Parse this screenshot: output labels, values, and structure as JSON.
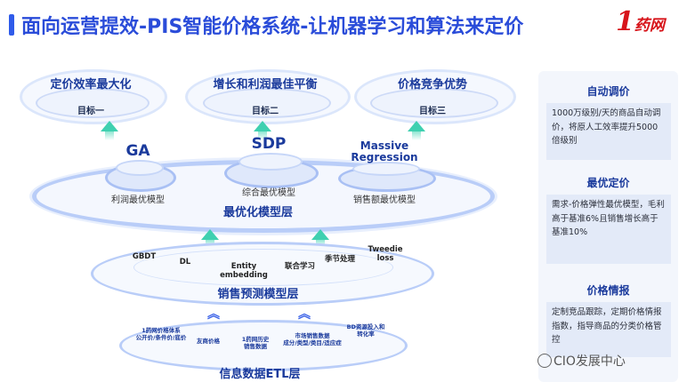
{
  "header": {
    "title": "面向运营提效-PIS智能价格系统-让机器学习和算法来定价",
    "logo_number": "1",
    "logo_text": "药网"
  },
  "goals": [
    {
      "title": "定价效率最大化",
      "label": "目标一"
    },
    {
      "title": "增长和利润最佳平衡",
      "label": "目标二"
    },
    {
      "title": "价格竞争优势",
      "label": "目标三"
    }
  ],
  "algorithms": [
    {
      "name": "GA",
      "model": "利润最优模型"
    },
    {
      "name": "SDP",
      "model": "综合最优模型"
    },
    {
      "name": "Massive\nRegression",
      "model": "销售额最优模型"
    }
  ],
  "layers": {
    "optimization": "最优化模型层",
    "forecast": "销售预测模型层",
    "etl": "信息数据ETL层"
  },
  "features": [
    "GBDT",
    "DL",
    "Entity\nembedding",
    "联合学习",
    "季节处理",
    "Tweedie\nloss"
  ],
  "etl_items": [
    "1药网价格体系\n公开价/条件价/底价",
    "友商价格",
    "1药网历史\n销售数据",
    "市场销售数据\n成分/类型/类目/适应症",
    "BD资源投入和\n转化率"
  ],
  "panel": [
    {
      "heading": "自动调价",
      "text": "1000万级别/天的商品自动调价，将原人工效率提升5000倍级别"
    },
    {
      "heading": "最优定价",
      "text": "需求-价格弹性最优模型，毛利高于基准6%且销售增长高于基准10%"
    },
    {
      "heading": "价格情报",
      "text": "定制竞品跟踪，定期价格情报指数，指导商品的分类价格管控"
    }
  ],
  "watermark": "CIO发展中心",
  "colors": {
    "brand": "#2a4cd9",
    "accent": "#3fd0b0",
    "logo": "#d7141a"
  }
}
